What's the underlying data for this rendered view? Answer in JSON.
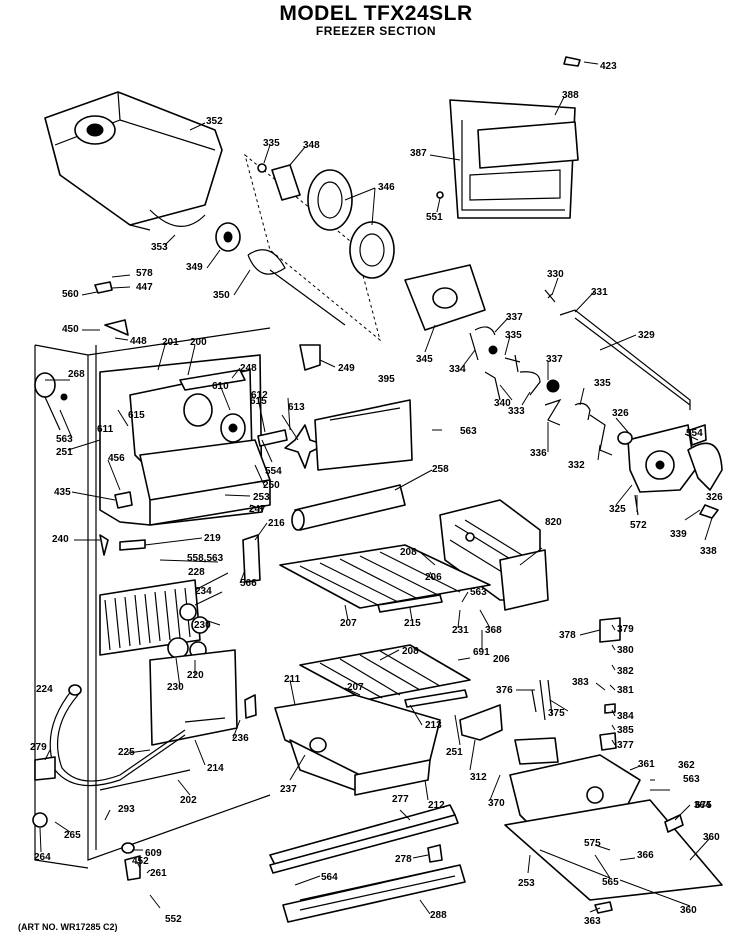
{
  "header": {
    "title": "MODEL TFX24SLR",
    "subtitle": "FREEZER SECTION"
  },
  "footer": {
    "art_number": "(ART NO. WR17285 C2)"
  },
  "callouts": [
    "423",
    "352",
    "388",
    "387",
    "551",
    "335",
    "348",
    "346",
    "353",
    "349",
    "578",
    "447",
    "560",
    "350",
    "330",
    "331",
    "450",
    "448",
    "329",
    "201",
    "200",
    "249",
    "345",
    "337",
    "268",
    "248",
    "610",
    "612",
    "395",
    "334",
    "335b",
    "611",
    "615",
    "615b",
    "613",
    "340",
    "333",
    "337b",
    "335c",
    "563",
    "563b",
    "251",
    "456",
    "554",
    "326",
    "332",
    "336",
    "554b",
    "258",
    "250",
    "435",
    "253",
    "247",
    "326b",
    "325",
    "572",
    "339",
    "338",
    "216",
    "820",
    "240",
    "219",
    "208",
    "558,563",
    "228",
    "566",
    "206",
    "563c",
    "234",
    "207",
    "215",
    "231",
    "368",
    "691",
    "230",
    "378",
    "379",
    "380",
    "220",
    "208b",
    "382",
    "206b",
    "230b",
    "211",
    "207b",
    "376",
    "383",
    "375",
    "381",
    "224",
    "213",
    "384",
    "385",
    "236",
    "251b",
    "237",
    "377",
    "312",
    "361",
    "362",
    "563d",
    "279",
    "225",
    "214",
    "370",
    "212",
    "277",
    "675",
    "364",
    "202",
    "293",
    "265",
    "264",
    "609",
    "452",
    "278",
    "261",
    "564",
    "575",
    "366",
    "253b",
    "565",
    "360",
    "288",
    "552",
    "363",
    "360b"
  ]
}
